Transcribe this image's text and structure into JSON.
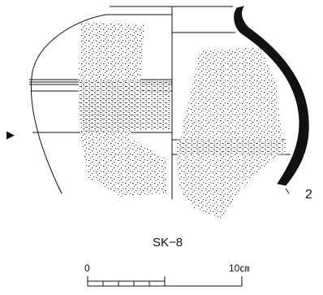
{
  "figure": {
    "number_label": "2",
    "site_label": "SK−8",
    "scale_bar": {
      "start_label": "0",
      "end_label": "10㎝",
      "length_cm": 10,
      "divisions_cm": 1
    },
    "marker_symbol": "▶"
  }
}
